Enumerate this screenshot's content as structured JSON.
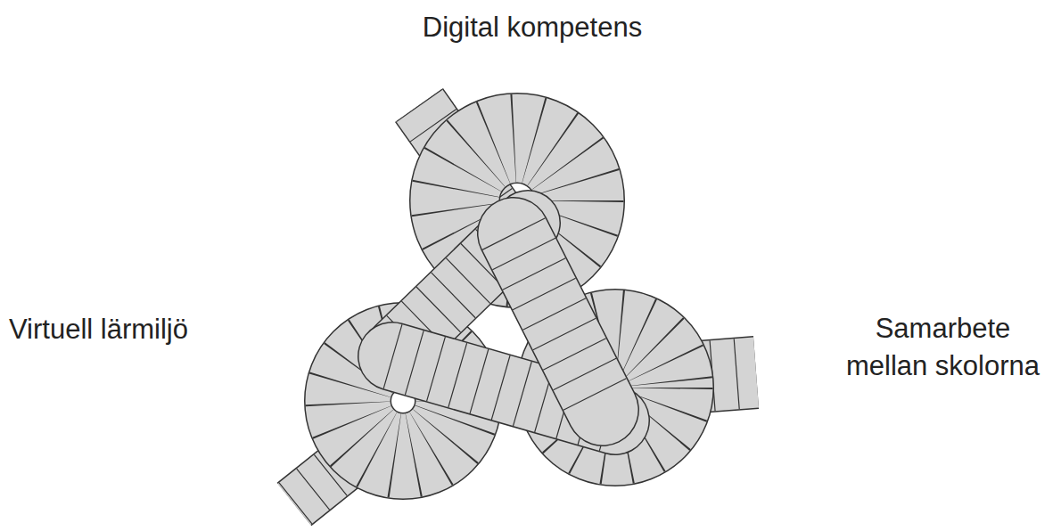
{
  "diagram": {
    "labels": [
      "Digital kompetens",
      "Virtuell lärmiljö",
      "Samarbete mellan skolorna"
    ]
  }
}
